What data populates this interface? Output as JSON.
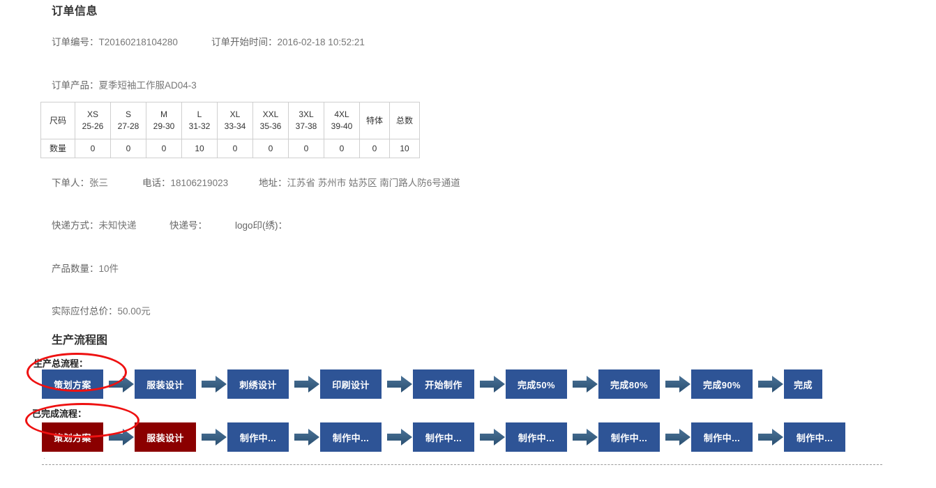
{
  "order": {
    "heading": "订单信息",
    "order_no_label": "订单编号：",
    "order_no_value": "T20160218104280",
    "start_time_label": "订单开始时间：",
    "start_time_value": "2016-02-18 10:52:21",
    "product_label": "订单产品：",
    "product_value": "夏季短袖工作服AD04-3",
    "buyer_label": "下单人：",
    "buyer_value": "张三",
    "phone_label": "电话：",
    "phone_value": "18106219023",
    "address_label": "地址：",
    "address_value": "江苏省 苏州市 姑苏区 南门路人防6号通道",
    "express_label": "快递方式：",
    "express_value": "未知快递",
    "express_no_label": "快递号：",
    "express_no_value": "",
    "logo_label": "logo印(绣)：",
    "logo_value": "",
    "quantity_label": "产品数量：",
    "quantity_value": "10件",
    "price_label": "实际应付总价：",
    "price_value": "50.00元"
  },
  "size_table": {
    "row_head_label": "尺码",
    "qty_head_label": "数量",
    "columns": [
      {
        "name": "XS",
        "range": "25-26",
        "qty": "0"
      },
      {
        "name": "S",
        "range": "27-28",
        "qty": "0"
      },
      {
        "name": "M",
        "range": "29-30",
        "qty": "0"
      },
      {
        "name": "L",
        "range": "31-32",
        "qty": "10"
      },
      {
        "name": "XL",
        "range": "33-34",
        "qty": "0"
      },
      {
        "name": "XXL",
        "range": "35-36",
        "qty": "0"
      },
      {
        "name": "3XL",
        "range": "37-38",
        "qty": "0"
      },
      {
        "name": "4XL",
        "range": "39-40",
        "qty": "0"
      }
    ],
    "special_label": "特体",
    "special_qty": "0",
    "total_label": "总数",
    "total_qty": "10"
  },
  "flow": {
    "heading": "生产流程图",
    "total_label": "生产总流程：",
    "done_label": "已完成流程：",
    "colors": {
      "box_blue": "#2e5496",
      "box_red": "#8b0000",
      "arrow": "#31597c",
      "annotation_red": "#ee1111"
    },
    "total_steps": [
      {
        "label": "策划方案",
        "state": "pending"
      },
      {
        "label": "服装设计",
        "state": "pending"
      },
      {
        "label": "刺绣设计",
        "state": "pending"
      },
      {
        "label": "印刷设计",
        "state": "pending"
      },
      {
        "label": "开始制作",
        "state": "pending"
      },
      {
        "label": "完成50%",
        "state": "pending"
      },
      {
        "label": "完成80%",
        "state": "pending"
      },
      {
        "label": "完成90%",
        "state": "pending"
      },
      {
        "label": "完成",
        "state": "pending"
      }
    ],
    "done_steps": [
      {
        "label": "策划方案",
        "state": "done"
      },
      {
        "label": "服装设计",
        "state": "done"
      },
      {
        "label": "制作中...",
        "state": "pending"
      },
      {
        "label": "制作中...",
        "state": "pending"
      },
      {
        "label": "制作中...",
        "state": "pending"
      },
      {
        "label": "制作中...",
        "state": "pending"
      },
      {
        "label": "制作中...",
        "state": "pending"
      },
      {
        "label": "制作中...",
        "state": "pending"
      },
      {
        "label": "制作中...",
        "state": "pending"
      }
    ]
  }
}
